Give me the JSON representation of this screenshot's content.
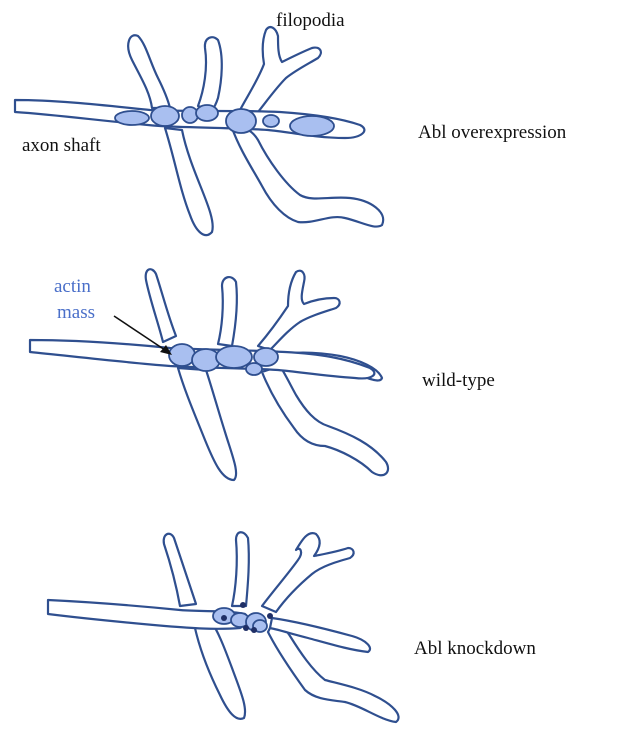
{
  "panels": [
    {
      "id": "overexpression",
      "condition": "Abl overexpression"
    },
    {
      "id": "wild_type",
      "condition": "wild-type"
    },
    {
      "id": "knockdown",
      "condition": "Abl knockdown"
    }
  ],
  "labels": {
    "filopodia": "filopodia",
    "axon_shaft": "axon shaft",
    "actin_line1": "actin",
    "actin_line2": "mass"
  },
  "colors": {
    "outline": "#2f4f8f",
    "actin_fill": "#a9bff0",
    "actin_label": "#4a6fc9",
    "dots": "#1f2f66"
  }
}
